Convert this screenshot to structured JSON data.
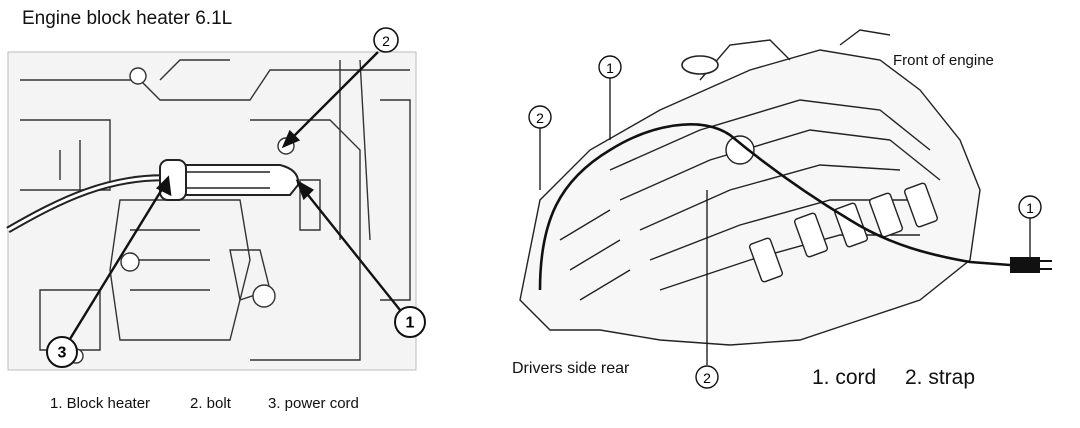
{
  "left_diagram": {
    "title": "Engine block heater 6.1L",
    "callouts": [
      "1",
      "2",
      "3"
    ],
    "legend": [
      "1. Block heater",
      "2. bolt",
      "3. power cord"
    ]
  },
  "right_diagram": {
    "front_label": "Front of engine",
    "rear_label": "Drivers side rear",
    "callouts": [
      "1",
      "2",
      "2",
      "1"
    ],
    "legend": [
      "1. cord",
      "2. strap"
    ]
  }
}
